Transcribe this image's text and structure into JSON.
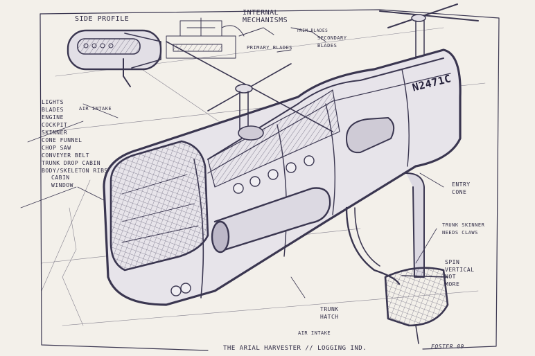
{
  "annotations": {
    "side_profile": "SIDE PROFILE",
    "internal_mechanisms": "INTERNAL\nMECHANISMS",
    "trim_blades": "TRIM BLADES",
    "secondary_blades": "SECONDARY\nBLADES",
    "primary_blades": "PRIMARY BLADES",
    "air_intake_top": "AIR INTAKE",
    "parts_list": "LIGHTS\nBLADES\nENGINE\nCOCKPIT\nSKINNER\nCONE FUNNEL\nCHOP SAW\nCONVEYER BELT\nTRUNK DROP CABIN\nBODY/SKELETON RIBS",
    "cabin_window": "CABIN\nWINDOW",
    "registration": "N2471C",
    "entry_cone": "ENTRY\nCONE",
    "trunk_skinner": "TRUNK SKINNER\nNEEDS CLAWS",
    "spin_note": "SPIN\nVERTICAL\nNOT\nMORE",
    "trunk_hatch": "TRUNK\nHATCH",
    "air_intake_bottom": "AIR INTAKE",
    "title": "THE ARIAL HARVESTER // LOGGING IND.",
    "signature": "FOSTER 09"
  }
}
